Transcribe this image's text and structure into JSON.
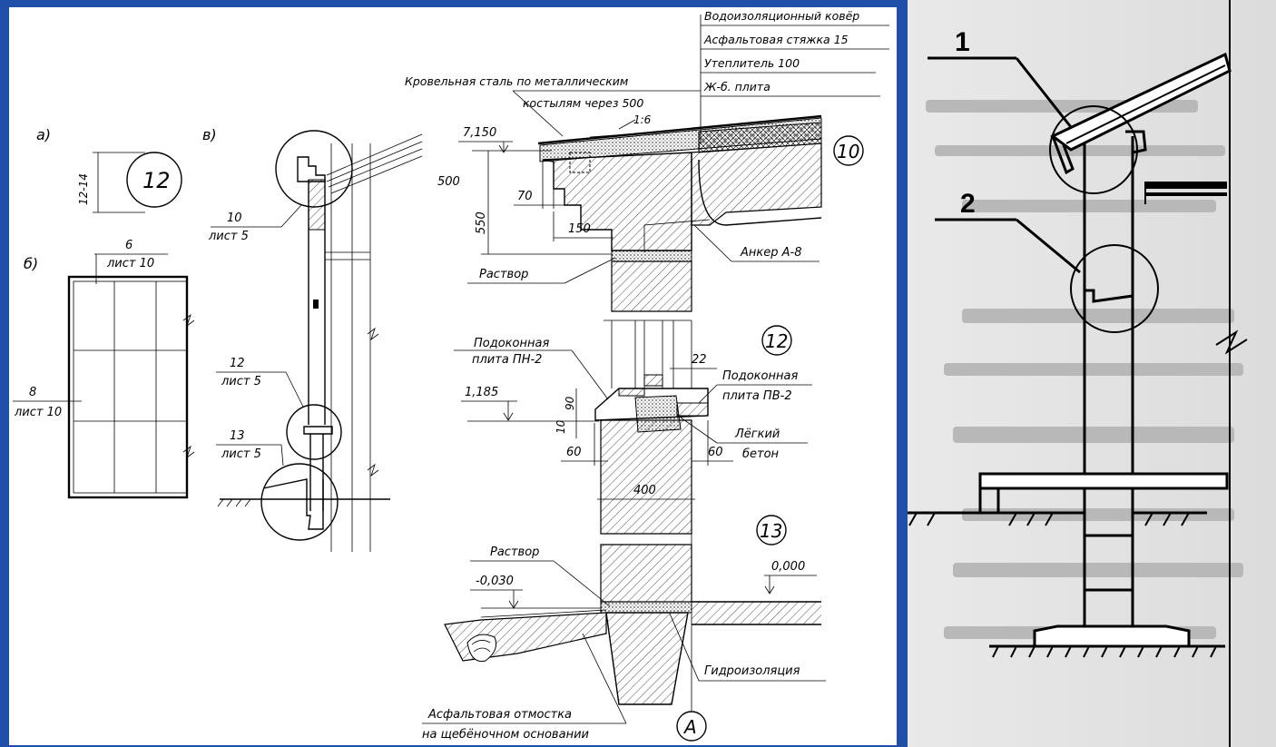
{
  "left": {
    "view_a": {
      "letter": "а)",
      "dim": "12-14",
      "marker": "12"
    },
    "view_b": {
      "letter": "б)",
      "ref_top_num": "6",
      "ref_top_sheet": "лист 10",
      "ref_side_num": "8",
      "ref_side_sheet": "лист 10"
    },
    "view_v": {
      "letter": "в)",
      "ref1_num": "10",
      "ref1_sheet": "лист 5",
      "ref2_num": "12",
      "ref2_sheet": "лист 5",
      "ref3_num": "13",
      "ref3_sheet": "лист 5"
    },
    "detail10": {
      "layers": [
        "Водоизоляционный ковёр",
        "Асфальтовая стяжка 15",
        "Утеплитель 100",
        "Ж-б. плита"
      ],
      "steel_line1": "Кровельная сталь по металлическим",
      "steel_line2": "костылям через 500",
      "slope": "1:6",
      "level": "7,150",
      "dim_500": "500",
      "dim_550": "550",
      "dim_70": "70",
      "dim_150": "150",
      "marker": "10",
      "anchor": "Анкер А-8",
      "mortar": "Раствор"
    },
    "detail12": {
      "marker": "12",
      "sill_left_1": "Подоконная",
      "sill_left_2": "плита ПН-2",
      "sill_right_1": "Подоконная",
      "sill_right_2": "плита ПВ-2",
      "dim_22": "22",
      "level": "1,185",
      "dim_90": "90",
      "dim_10": "10",
      "light_1": "Лёгкий",
      "light_2": "бетон",
      "dim_60_left": "60",
      "dim_60_right": "60",
      "dim_400": "400"
    },
    "detail13": {
      "marker": "13",
      "mortar": "Раствор",
      "level_left": "-0,030",
      "level_right": "0,000",
      "waterproof": "Гидроизоляция",
      "pavement_1": "Асфальтовая отмостка",
      "pavement_2": "на щебёночном основании",
      "axis": "А"
    }
  },
  "right": {
    "callout_1": "1",
    "callout_2": "2"
  },
  "colors": {
    "frame": "#1f4fa8",
    "ink": "#000000",
    "paper": "#ffffff"
  }
}
